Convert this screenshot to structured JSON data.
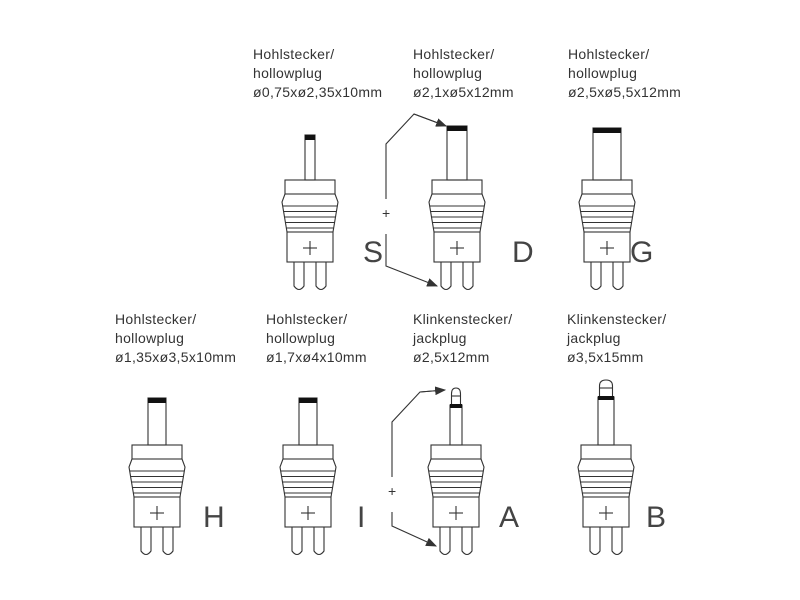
{
  "plugs": [
    {
      "letter": "S",
      "type": "hollow",
      "pin": 10,
      "tip": 135,
      "label": [
        "Hohlstecker/",
        "hollowplug",
        "ø0,75xø2,35x10mm"
      ]
    },
    {
      "letter": "D",
      "type": "hollow",
      "pin": 20,
      "tip": 126,
      "label": [
        "Hohlstecker/",
        "hollowplug",
        "ø2,1xø5x12mm"
      ]
    },
    {
      "letter": "G",
      "type": "hollow",
      "pin": 28,
      "tip": 128,
      "label": [
        "Hohlstecker/",
        "hollowplug",
        "ø2,5xø5,5x12mm"
      ]
    },
    {
      "letter": "H",
      "type": "hollow",
      "pin": 18,
      "tip": 133,
      "label": [
        "Hohlstecker/",
        "hollowplug",
        "ø1,35xø3,5x10mm"
      ]
    },
    {
      "letter": "I",
      "type": "hollow",
      "pin": 18,
      "tip": 133,
      "label": [
        "Hohlstecker/",
        "hollowplug",
        "ø1,7xø4x10mm"
      ]
    },
    {
      "letter": "A",
      "type": "jack",
      "pin": 12,
      "tip": 123,
      "label": [
        "Klinkenstecker/",
        "jackplug",
        "ø2,5x12mm"
      ]
    },
    {
      "letter": "B",
      "type": "jack",
      "pin": 16,
      "tip": 115,
      "label": [
        "Klinkenstecker/",
        "jackplug",
        "ø3,5x15mm"
      ]
    }
  ],
  "polarity_symbol": "+"
}
